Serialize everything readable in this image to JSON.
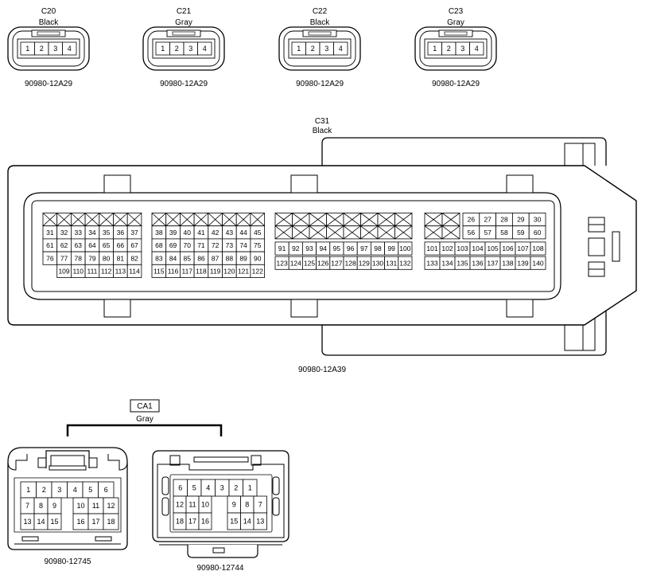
{
  "small_connectors": [
    {
      "id": "C20",
      "color": "Black",
      "part": "90980-12A29",
      "pins": [
        "1",
        "2",
        "3",
        "4"
      ]
    },
    {
      "id": "C21",
      "color": "Gray",
      "part": "90980-12A29",
      "pins": [
        "1",
        "2",
        "3",
        "4"
      ]
    },
    {
      "id": "C22",
      "color": "Black",
      "part": "90980-12A29",
      "pins": [
        "1",
        "2",
        "3",
        "4"
      ]
    },
    {
      "id": "C23",
      "color": "Gray",
      "part": "90980-12A29",
      "pins": [
        "1",
        "2",
        "3",
        "4"
      ]
    }
  ],
  "ecu_connector": {
    "id": "C31",
    "color": "Black",
    "part": "90980-12A39",
    "blocks": [
      {
        "rows": [
          [
            "",
            "",
            "",
            "",
            "",
            "",
            ""
          ],
          [
            "31",
            "32",
            "33",
            "34",
            "35",
            "36",
            "37"
          ],
          [
            "61",
            "62",
            "63",
            "64",
            "65",
            "66",
            "67"
          ],
          [
            "76",
            "77",
            "78",
            "79",
            "80",
            "81",
            "82"
          ],
          [
            null,
            "109",
            "110",
            "111",
            "112",
            "113",
            "114"
          ]
        ]
      },
      {
        "rows": [
          [
            "",
            "",
            "",
            "",
            "",
            "",
            "",
            ""
          ],
          [
            "38",
            "39",
            "40",
            "41",
            "42",
            "43",
            "44",
            "45"
          ],
          [
            "68",
            "69",
            "70",
            "71",
            "72",
            "73",
            "74",
            "75"
          ],
          [
            "83",
            "84",
            "85",
            "86",
            "87",
            "88",
            "89",
            "90"
          ],
          [
            "115",
            "116",
            "117",
            "118",
            "119",
            "120",
            "121",
            "122"
          ]
        ]
      },
      {
        "rows": [
          [
            "",
            "",
            "",
            "",
            "",
            "",
            "",
            ""
          ],
          [
            "",
            "",
            "",
            "",
            "",
            "",
            "",
            ""
          ],
          [
            "91",
            "92",
            "93",
            "94",
            "95",
            "96",
            "97",
            "98",
            "99",
            "100"
          ],
          [
            "123",
            "124",
            "125",
            "126",
            "127",
            "128",
            "129",
            "130",
            "131",
            "132"
          ]
        ]
      },
      {
        "rows": [
          [
            "",
            "",
            "26",
            "27",
            "28",
            "29",
            "30"
          ],
          [
            "",
            "",
            "56",
            "57",
            "58",
            "59",
            "60"
          ],
          [
            "101",
            "102",
            "103",
            "104",
            "105",
            "106",
            "107",
            "108"
          ],
          [
            "133",
            "134",
            "135",
            "136",
            "137",
            "138",
            "139",
            "140"
          ]
        ]
      }
    ]
  },
  "ca1": {
    "id": "CA1",
    "color": "Gray",
    "left": {
      "part": "90980-12745",
      "top": [
        "1",
        "2",
        "3",
        "4",
        "5",
        "6"
      ],
      "mid_left": [
        "7",
        "8",
        "9"
      ],
      "mid_right": [
        "10",
        "11",
        "12"
      ],
      "bot_left": [
        "13",
        "14",
        "15"
      ],
      "bot_right": [
        "16",
        "17",
        "18"
      ]
    },
    "right": {
      "part": "90980-12744",
      "top": [
        "6",
        "5",
        "4",
        "3",
        "2",
        "1"
      ],
      "mid_left": [
        "12",
        "11",
        "10"
      ],
      "mid_right": [
        "9",
        "8",
        "7"
      ],
      "bot_left": [
        "18",
        "17",
        "16"
      ],
      "bot_right": [
        "15",
        "14",
        "13"
      ]
    }
  }
}
